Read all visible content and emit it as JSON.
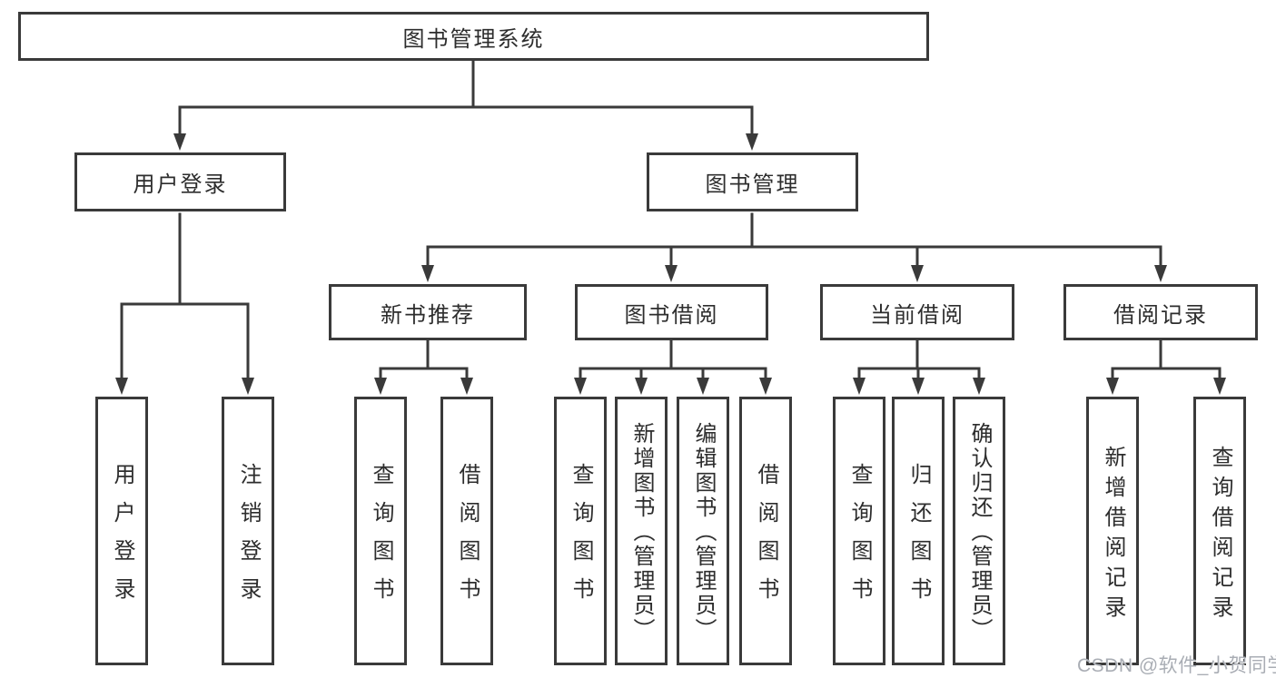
{
  "diagram": {
    "root": "图书管理系统",
    "level2": {
      "user_login": "用户登录",
      "book_management": "图书管理"
    },
    "level3": {
      "new_book_recommend": "新书推荐",
      "book_borrowing": "图书借阅",
      "current_borrowing": "当前借阅",
      "borrowing_records": "借阅记录"
    },
    "leaves": {
      "login": "用户登录",
      "logout": "注销登录",
      "nb_query": "查询图书",
      "nb_borrow": "借阅图书",
      "bw_query": "查询图书",
      "bw_add": "新增图书（管理员）",
      "bw_edit": "编辑图书（管理员）",
      "bw_borrow": "借阅图书",
      "cur_query": "查询图书",
      "cur_return": "归还图书",
      "cur_confirm": "确认归还（管理员）",
      "rec_add": "新增借阅记录",
      "rec_query": "查询借阅记录"
    }
  },
  "watermark": "CSDN @软件_小贺同学",
  "colors": {
    "line": "#3a3a3a",
    "text": "#2d2d2d",
    "watermark": "#a9adb4",
    "background": "#ffffff"
  }
}
